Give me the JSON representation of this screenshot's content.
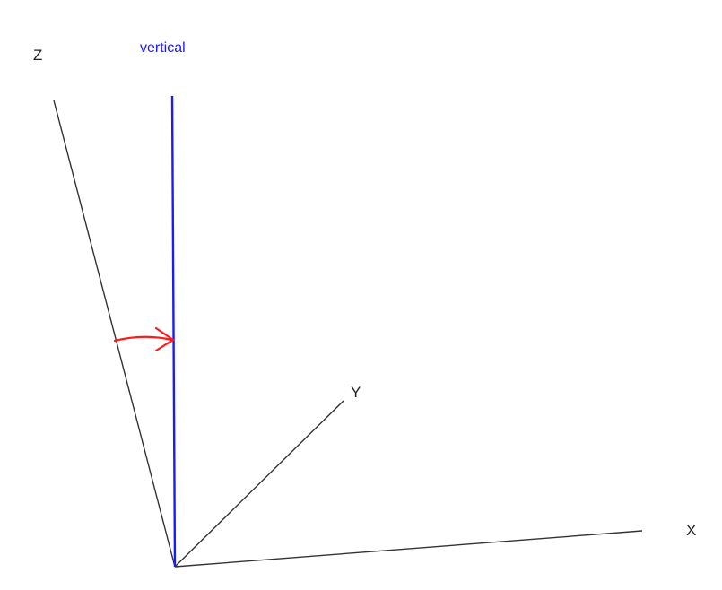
{
  "labels": {
    "z": "Z",
    "vertical": "vertical",
    "y": "Y",
    "x": "X"
  },
  "colors": {
    "axes": "#333333",
    "vertical_line": "#1a1aff",
    "vertical_label": "#1a1aff",
    "rotation_arrow": "#ff1a1a",
    "label_text": "#222222"
  }
}
